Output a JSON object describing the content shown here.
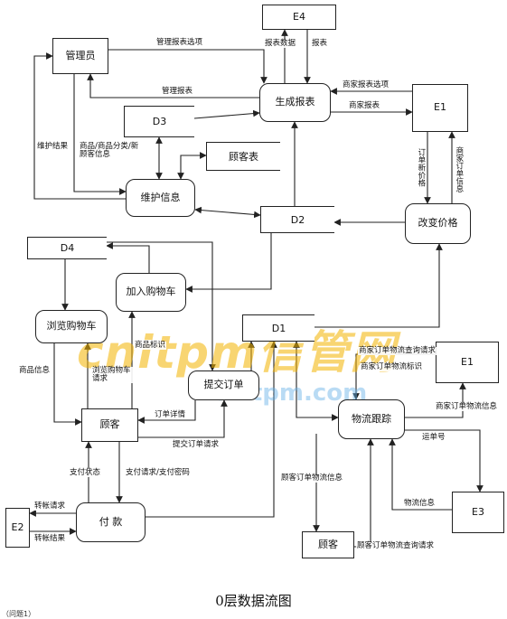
{
  "entities": {
    "e4": "E4",
    "e1_top": "E1",
    "e1_mid": "E1",
    "e2": "E2",
    "e3": "E3",
    "admin": "管理员",
    "customer_main": "顾客",
    "customer_bottom": "顾客"
  },
  "processes": {
    "gen_report": "生成报表",
    "maintain_info": "维护信息",
    "change_price": "改变价格",
    "add_cart": "加入购物车",
    "browse_cart": "浏览购物车",
    "submit_order": "提交订单",
    "logistics": "物流跟踪",
    "payment": "付  款"
  },
  "stores": {
    "d3": "D3",
    "customer_table": "顾客表",
    "d2": "D2",
    "d4": "D4",
    "d1": "D1"
  },
  "flows": {
    "admin_report_options": "管理报表选项",
    "report_data": "报表数据",
    "report": "报表",
    "merchant_report_options": "商家报表选项",
    "merchant_report": "商家报表",
    "admin_report": "管理报表",
    "maintain_result": "维护结果",
    "goods_info_new_customer": "商品/商品分类/新顾客信息",
    "order_new_price": "订单新价格",
    "merchant_order_info": "商家订单信息",
    "goods_id": "商品标识",
    "goods_info": "商品信息",
    "browse_cart_request": "浏览购物车请求",
    "order_detail": "订单详情",
    "submit_order_request": "提交订单请求",
    "merchant_query_request": "商家订单物流查询请求",
    "merchant_logistics_id": "商家订单物流标识",
    "merchant_logistics_info": "商家订单物流信息",
    "waybill_no": "运单号",
    "customer_logistics_info": "顾客订单物流信息",
    "logistics_info": "物流信息",
    "customer_query_request": "顾客订单物流查询请求",
    "pay_status": "支付状态",
    "pay_request": "支付请求/支付密码",
    "transfer_request": "转帐请求",
    "transfer_result": "转帐结果"
  },
  "watermark": {
    "big": "cnitpm信管网",
    "small": "cnitpm.com"
  },
  "caption": "0层数据流图",
  "footnote": "（问题1）"
}
